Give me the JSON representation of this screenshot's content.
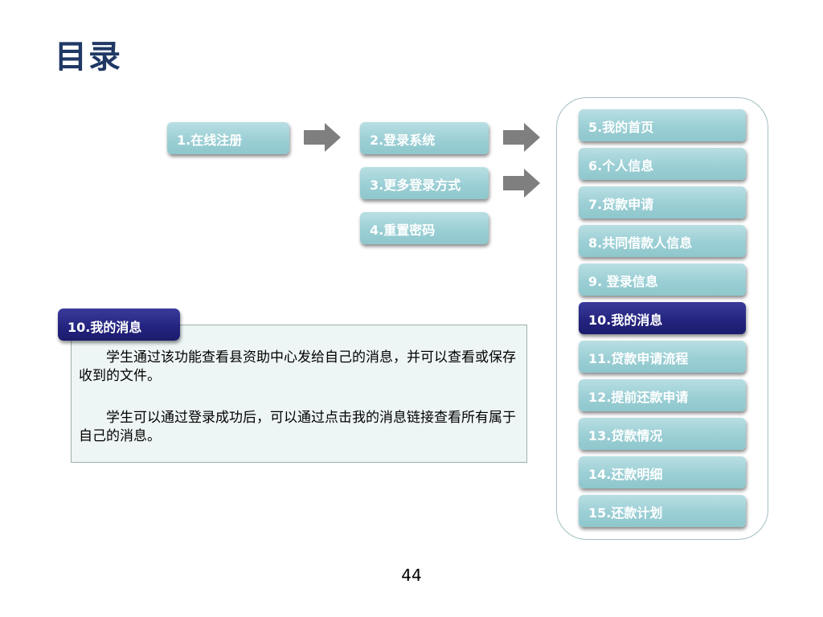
{
  "title": "目录",
  "flow": {
    "register": "1.在线注册",
    "login": "2.登录系统",
    "more_login": "3.更多登录方式",
    "reset_password": "4.重置密码"
  },
  "menu": [
    "5.我的首页",
    "6.个人信息",
    "7.贷款申请",
    "8.共同借款人信息",
    "9. 登录信息",
    "10.我的消息",
    "11.贷款申请流程",
    "12.提前还款申请",
    "13.贷款情况",
    "14.还款明细",
    "15.还款计划"
  ],
  "active_menu_index": 5,
  "description": {
    "heading": "10.我的消息",
    "paragraphs": [
      "学生通过该功能查看县资助中心发给自己的消息，并可以查看或保存收到的文件。",
      "学生可以通过登录成功后，可以通过点击我的消息链接查看所有属于自己的消息。"
    ]
  },
  "page_number": "44",
  "colors": {
    "title": "#1f3864",
    "button": "#9bcfd5",
    "active_button": "#23237e",
    "arrow": "#7f7f7f"
  }
}
